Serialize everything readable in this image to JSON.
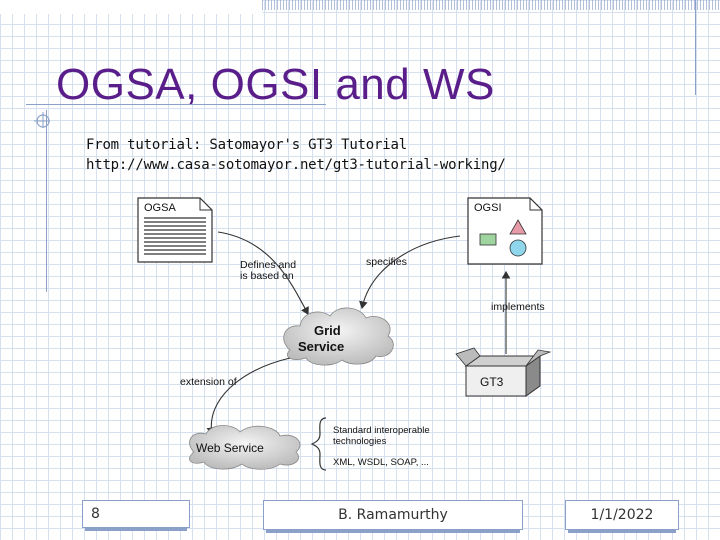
{
  "slide": {
    "title": "OGSA, OGSI and WS",
    "subtitle_lines": [
      "From tutorial: Satomayor's GT3 Tutorial",
      "http://www.casa-sotomayor.net/gt3-tutorial-working/"
    ]
  },
  "diagram": {
    "ogsa_doc_label": "OGSA",
    "ogsi_doc_label": "OGSI",
    "defines_label_lines": [
      "Defines and",
      "is based on"
    ],
    "specifies_label": "specifies",
    "implements_label": "implements",
    "grid_service_lines": [
      "Grid",
      "Service"
    ],
    "gt3_label": "GT3",
    "extension_label": "extension of",
    "web_service_label": "Web Service",
    "standard_lines": [
      "Standard interoperable",
      "technologies",
      "XML, WSDL, SOAP, ..."
    ]
  },
  "footer": {
    "page_number": "8",
    "author": "B. Ramamurthy",
    "date": "1/1/2022"
  }
}
